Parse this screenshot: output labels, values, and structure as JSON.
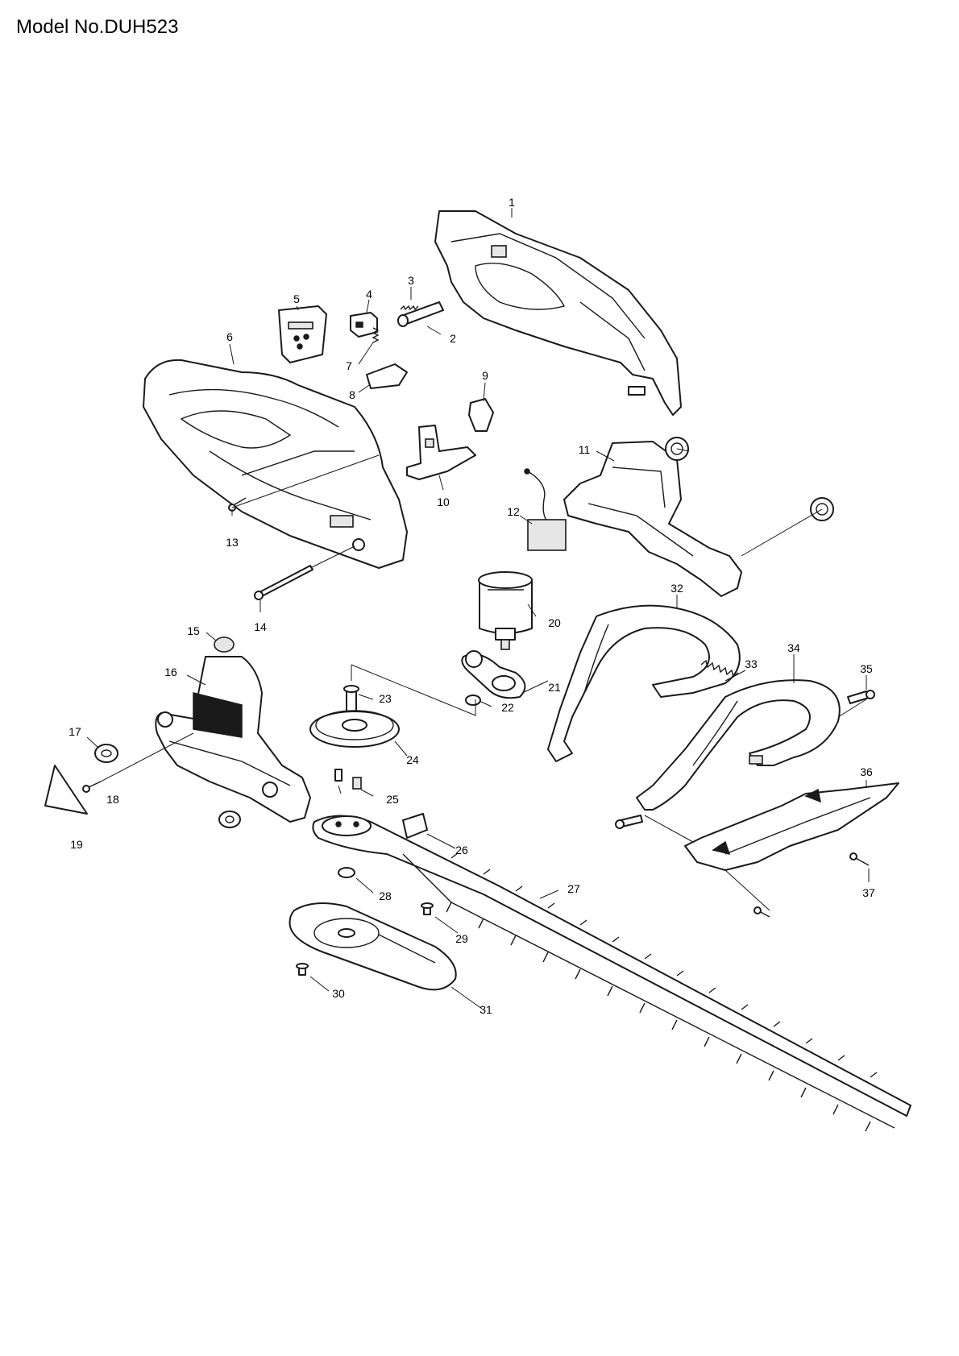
{
  "header": {
    "model_label": "Model No.DUH523"
  },
  "callouts": [
    {
      "id": "1",
      "label": "1"
    },
    {
      "id": "2",
      "label": "2"
    },
    {
      "id": "3",
      "label": "3"
    },
    {
      "id": "4",
      "label": "4"
    },
    {
      "id": "5",
      "label": "5"
    },
    {
      "id": "6",
      "label": "6"
    },
    {
      "id": "7",
      "label": "7"
    },
    {
      "id": "8",
      "label": "8"
    },
    {
      "id": "9",
      "label": "9"
    },
    {
      "id": "10",
      "label": "10"
    },
    {
      "id": "11",
      "label": "11"
    },
    {
      "id": "12",
      "label": "12"
    },
    {
      "id": "13",
      "label": "13"
    },
    {
      "id": "14",
      "label": "14"
    },
    {
      "id": "15",
      "label": "15"
    },
    {
      "id": "16",
      "label": "16"
    },
    {
      "id": "17",
      "label": "17"
    },
    {
      "id": "18",
      "label": "18"
    },
    {
      "id": "19",
      "label": "19"
    },
    {
      "id": "20",
      "label": "20"
    },
    {
      "id": "21",
      "label": "21"
    },
    {
      "id": "22",
      "label": "22"
    },
    {
      "id": "23",
      "label": "23"
    },
    {
      "id": "24",
      "label": "24"
    },
    {
      "id": "25",
      "label": "25"
    },
    {
      "id": "26",
      "label": "26"
    },
    {
      "id": "27",
      "label": "27"
    },
    {
      "id": "28",
      "label": "28"
    },
    {
      "id": "29",
      "label": "29"
    },
    {
      "id": "30",
      "label": "30"
    },
    {
      "id": "31",
      "label": "31"
    },
    {
      "id": "32",
      "label": "32"
    },
    {
      "id": "33",
      "label": "33"
    },
    {
      "id": "34",
      "label": "34"
    },
    {
      "id": "35",
      "label": "35"
    },
    {
      "id": "36",
      "label": "36"
    },
    {
      "id": "37",
      "label": "37"
    }
  ]
}
